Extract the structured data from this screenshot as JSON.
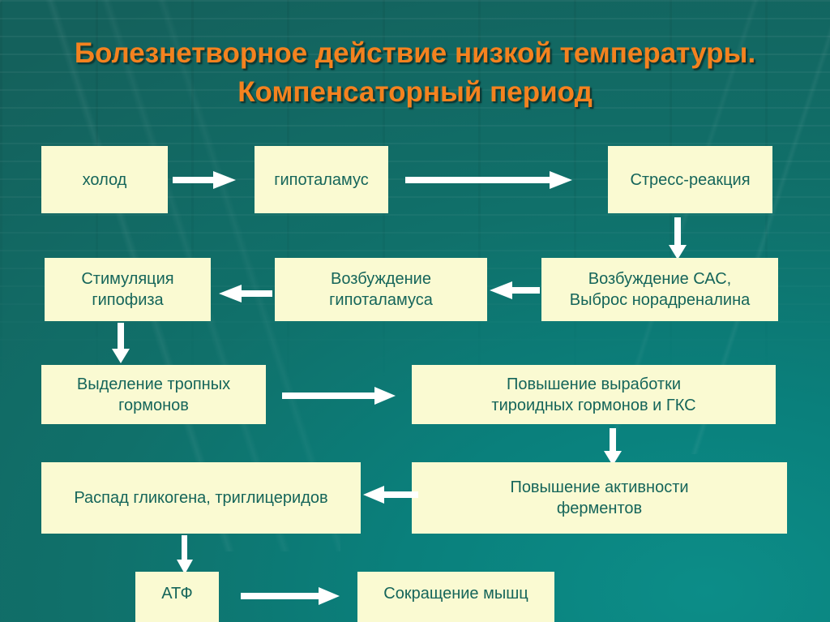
{
  "slide": {
    "title_line1": "Болезнетворное действие низкой температуры.",
    "title_line2": "Компенсаторный период",
    "title_color": "#F4821F",
    "background_color": "#11716B",
    "node_fill": "#FAFAD2",
    "node_text_color": "#15655A",
    "arrow_color": "#FFFFFF"
  },
  "diagram": {
    "type": "flowchart",
    "nodes": [
      {
        "id": "n1",
        "label": "холод"
      },
      {
        "id": "n2",
        "label": "гипоталамус"
      },
      {
        "id": "n3",
        "label": "Стресс-реакция"
      },
      {
        "id": "n4",
        "label": "Возбуждение САС,\nВыброс норадреналина",
        "line1": "Возбуждение САС,",
        "line2": "Выброс норадреналина"
      },
      {
        "id": "n5",
        "label": "Возбуждение\nгипоталамуса",
        "line1": "Возбуждение",
        "line2": "гипоталамуса"
      },
      {
        "id": "n6",
        "label": "Стимуляция\nгипофиза",
        "line1": "Стимуляция",
        "line2": "гипофиза"
      },
      {
        "id": "n7",
        "label": "Выделение тропных\nгормонов",
        "line1": "Выделение тропных",
        "line2": "гормонов"
      },
      {
        "id": "n8",
        "label": "Повышение выработки\nтироидных гормонов и ГКС",
        "line1": "Повышение выработки",
        "line2": "тироидных гормонов и ГКС"
      },
      {
        "id": "n9",
        "label": "Повышение активности\nферментов",
        "line1": "Повышение активности",
        "line2": "ферментов"
      },
      {
        "id": "n10",
        "label": "Распад гликогена, триглицеридов"
      },
      {
        "id": "n11",
        "label": "АТФ"
      },
      {
        "id": "n12",
        "label": "Сокращение мышц"
      }
    ],
    "edges": [
      {
        "from": "n1",
        "to": "n2",
        "direction": "right"
      },
      {
        "from": "n2",
        "to": "n3",
        "direction": "right"
      },
      {
        "from": "n3",
        "to": "n4",
        "direction": "down"
      },
      {
        "from": "n4",
        "to": "n5",
        "direction": "left"
      },
      {
        "from": "n5",
        "to": "n6",
        "direction": "left"
      },
      {
        "from": "n6",
        "to": "n7",
        "direction": "down"
      },
      {
        "from": "n7",
        "to": "n8",
        "direction": "right"
      },
      {
        "from": "n8",
        "to": "n9",
        "direction": "down"
      },
      {
        "from": "n9",
        "to": "n10",
        "direction": "left"
      },
      {
        "from": "n10",
        "to": "n11",
        "direction": "down"
      },
      {
        "from": "n11",
        "to": "n12",
        "direction": "right"
      }
    ]
  }
}
